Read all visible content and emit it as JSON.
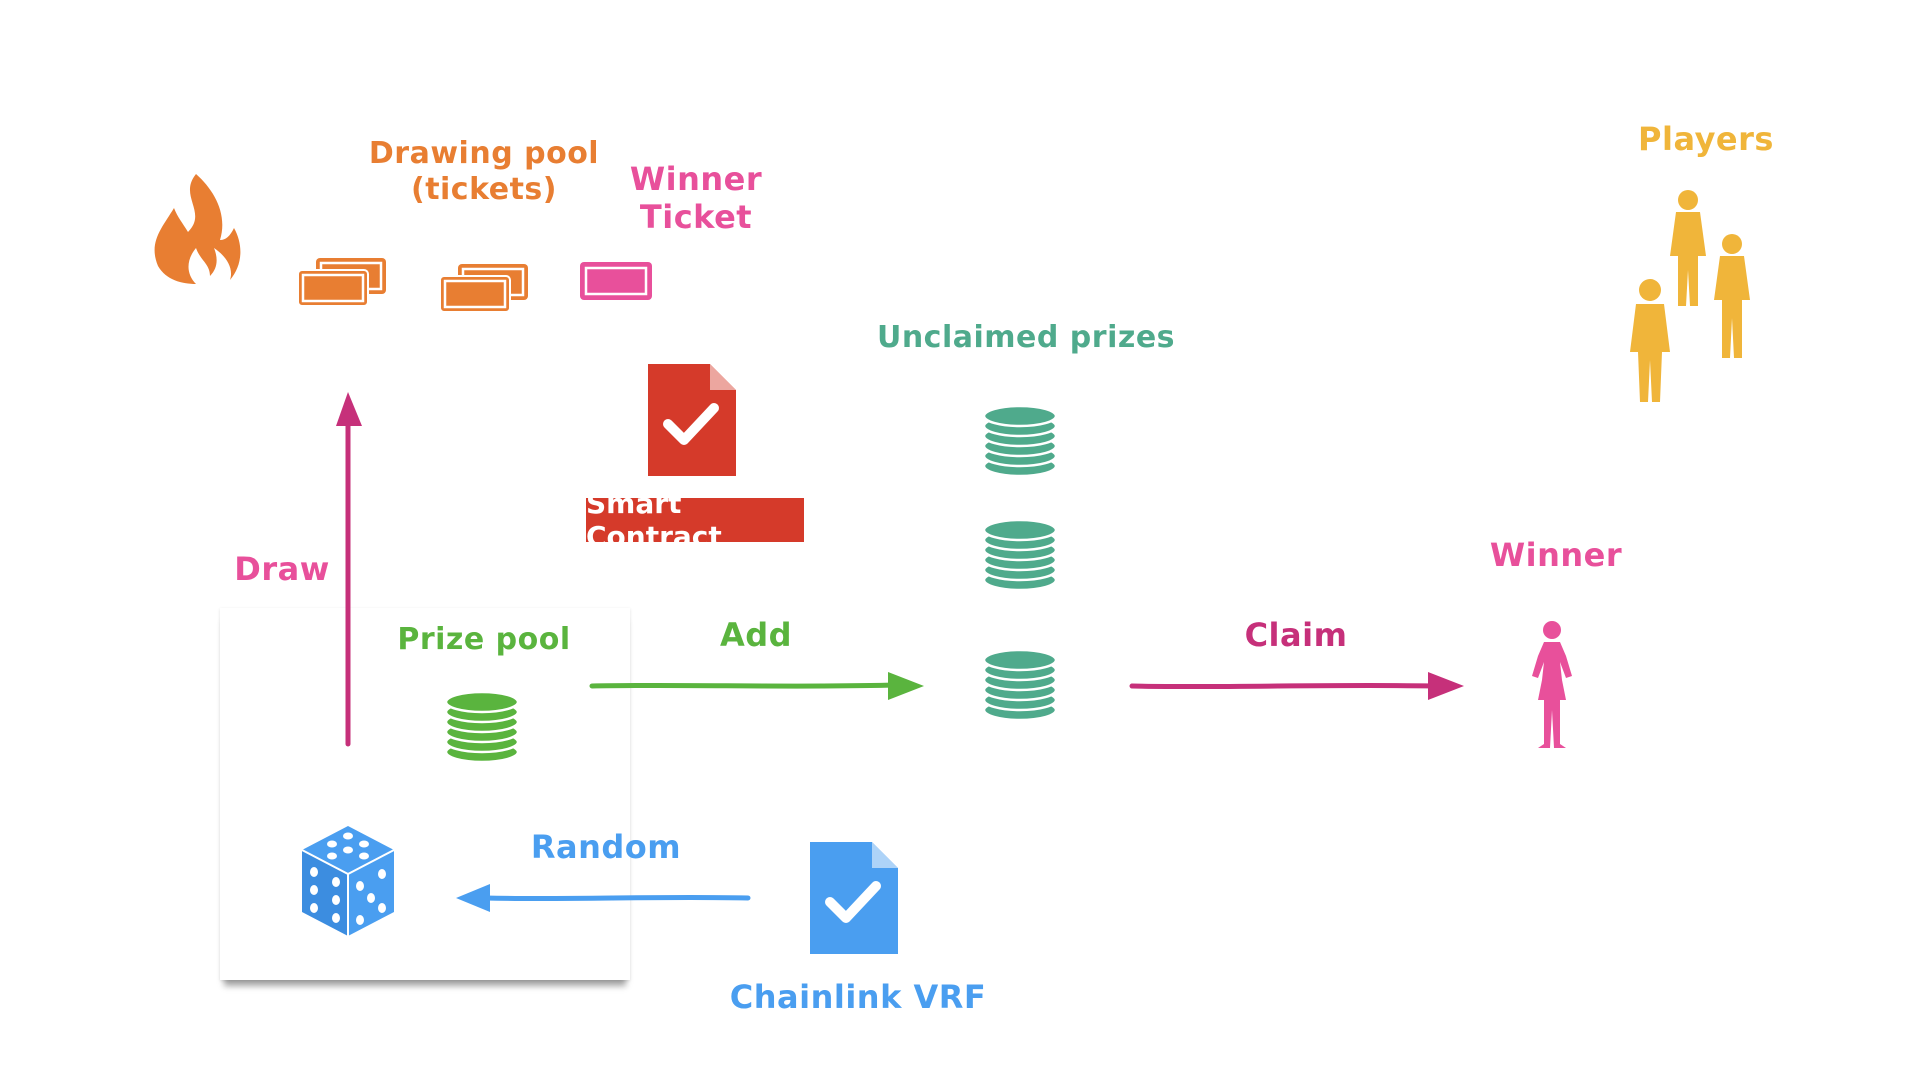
{
  "labels": {
    "drawing_pool": "Drawing pool\n(tickets)",
    "winner_ticket": "Winner\nTicket",
    "players": "Players",
    "unclaimed_prizes": "Unclaimed prizes",
    "smart_contract": "Smart Contract",
    "draw": "Draw",
    "prize_pool": "Prize pool",
    "add": "Add",
    "claim": "Claim",
    "winner": "Winner",
    "random": "Random",
    "chainlink_vrf": "Chainlink VRF"
  },
  "colors": {
    "orange": "#e87e32",
    "pink": "#e8509b",
    "magenta": "#c6307a",
    "yellow": "#f0b53a",
    "teal": "#4faa8c",
    "green": "#5ab43e",
    "blue": "#4a9ef0",
    "red": "#d53a2a"
  },
  "icons": [
    "fire-icon",
    "ticket-icon",
    "ticket-icon",
    "winner-ticket-icon",
    "players-icon",
    "smart-contract-document-icon",
    "coin-stack-icon",
    "dice-icon",
    "chainlink-document-icon",
    "winner-person-icon"
  ]
}
